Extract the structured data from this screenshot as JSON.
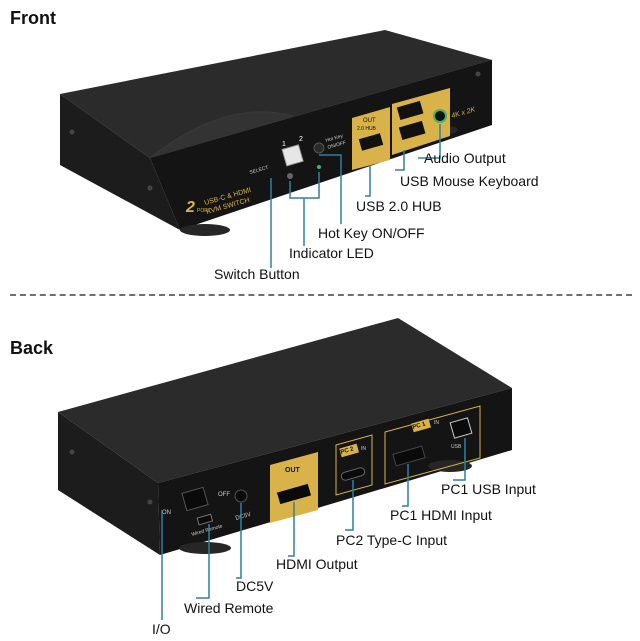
{
  "sections": {
    "front_title": "Front",
    "back_title": "Back"
  },
  "front_device": {
    "brand_line1": "USB-C & HDMI",
    "brand_line2": "KVM SWITCH",
    "brand_number": "2",
    "brand_port": "PORT",
    "select_label": "SELECT",
    "port_num_1": "1",
    "port_num_2": "2",
    "hotkey_label": "Hot Key",
    "hotkey_onoff": "ON/OFF",
    "out_label": "OUT",
    "hub_label": "2.0 HUB",
    "resolution": "4K x 2K"
  },
  "front_callouts": {
    "audio_output": "Audio Output",
    "usb_mouse_keyboard": "USB Mouse Keyboard",
    "usb_hub": "USB 2.0 HUB",
    "hotkey": "Hot Key ON/OFF",
    "indicator_led": "Indicator LED",
    "switch_button": "Switch Button"
  },
  "back_device": {
    "on_label": "ON",
    "off_label": "OFF",
    "dc_label": "DC5V",
    "wired_remote_label": "Wired Remote",
    "out_label": "OUT",
    "pc2_label": "PC 2",
    "pc1_label": "PC 1",
    "in_label": "IN",
    "usb_label": "USB"
  },
  "back_callouts": {
    "pc1_usb_input": "PC1 USB Input",
    "pc1_hdmi_input": "PC1 HDMI Input",
    "pc2_typec_input": "PC2 Type-C Input",
    "hdmi_output": "HDMI Output",
    "dc5v": "DC5V",
    "wired_remote": "Wired Remote",
    "io": "I/O"
  },
  "colors": {
    "body_dark": "#1b1b1b",
    "body_top": "#2c2c2c",
    "gold": "#d9b24a",
    "leader": "#2f7fa0"
  }
}
